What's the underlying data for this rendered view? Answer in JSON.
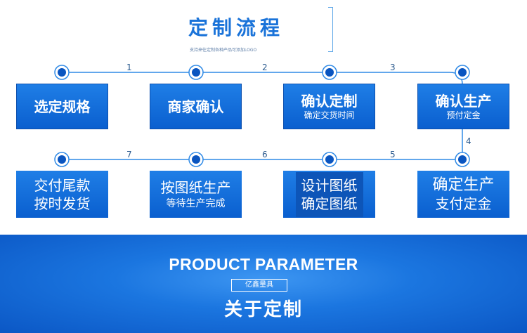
{
  "header": {
    "title": "定制流程",
    "subtitle": "支持来往定制各种产品可添加LOGO"
  },
  "steps": [
    {
      "number": "1",
      "main": "选定规格",
      "sub": ""
    },
    {
      "number": "2",
      "main": "商家确认",
      "sub": ""
    },
    {
      "number": "3",
      "main": "确认定制",
      "sub": "确定交货时间"
    },
    {
      "number": "4",
      "main": "确认生产",
      "sub": "预付定金"
    },
    {
      "number": "5",
      "line1": "确定生产",
      "line2": "支付定金"
    },
    {
      "number": "6",
      "line1": "设计图纸",
      "line2": "确定图纸"
    },
    {
      "number": "7",
      "line1": "按图纸生产",
      "line2": "等待生产完成"
    },
    {
      "line1": "交付尾款",
      "line2": "按时发货"
    }
  ],
  "bottom": {
    "english_title": "PRODUCT PARAMETER",
    "brand": "亿鑫量具",
    "chinese_title": "关于定制"
  },
  "colors": {
    "primary": "#1a73d9",
    "box": "#0a5fcf",
    "band": "#1b76e0"
  }
}
